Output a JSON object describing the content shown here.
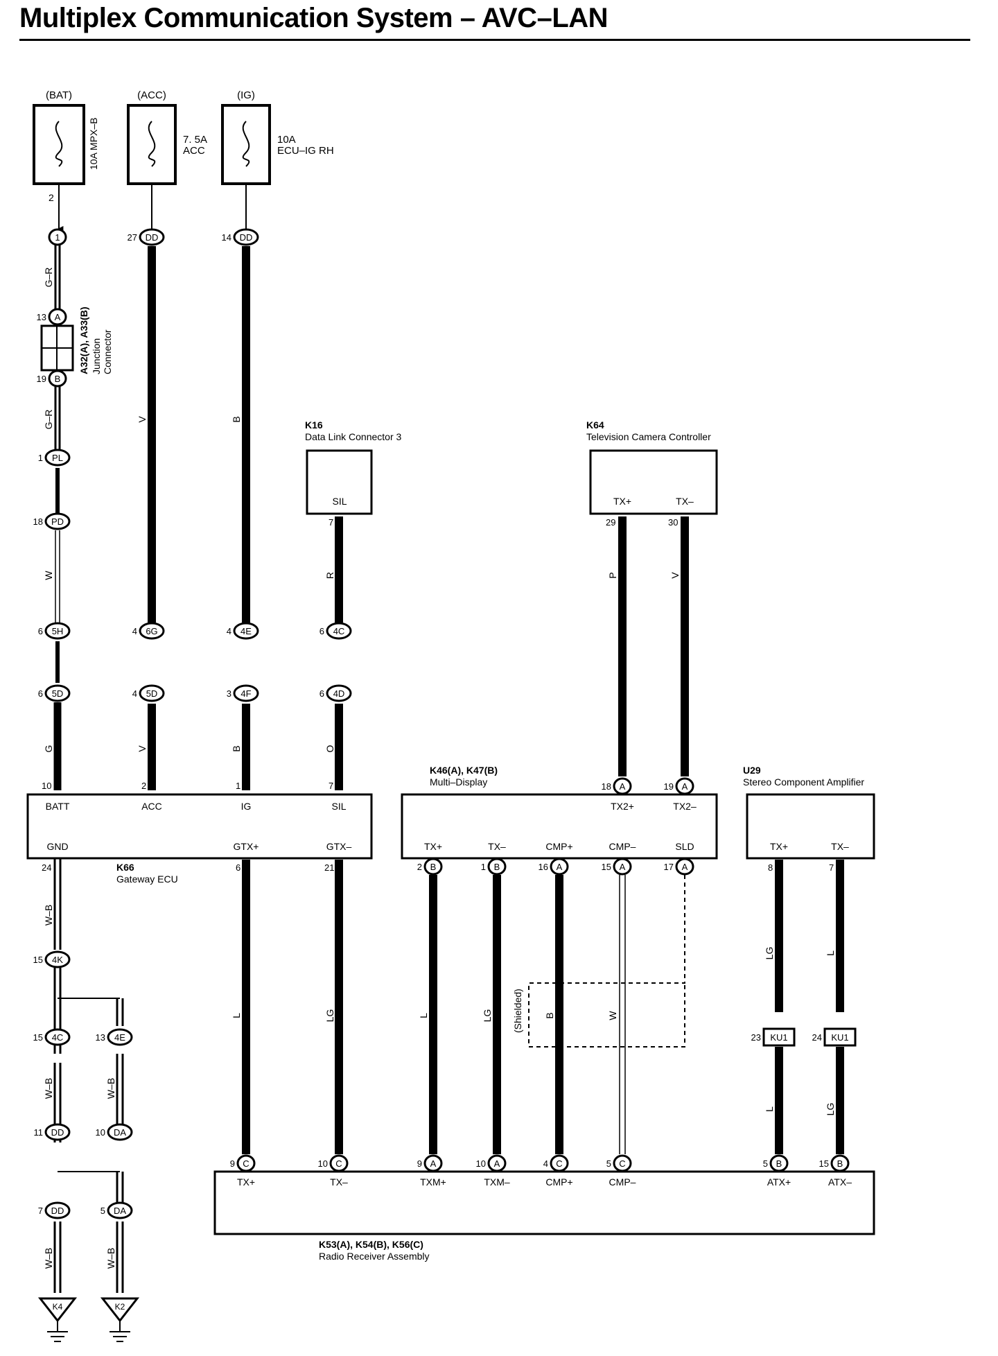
{
  "page": {
    "title": "Multiplex Communication System – AVC–LAN"
  },
  "diagram": {
    "power_sources": [
      {
        "id": "bat",
        "source": "(BAT)",
        "rating": "10A MPX–B",
        "pin": "2"
      },
      {
        "id": "acc",
        "source": "(ACC)",
        "rating": "7. 5A",
        "name": "ACC"
      },
      {
        "id": "ig",
        "source": "(IG)",
        "rating": "10A",
        "name": "ECU–IG RH"
      }
    ],
    "connectors": [
      {
        "id": "c1",
        "code": "1",
        "pin": ""
      },
      {
        "id": "c2",
        "code": "DD",
        "pin": "27"
      },
      {
        "id": "c3",
        "code": "DD",
        "pin": "14"
      },
      {
        "id": "c4",
        "code": "A",
        "pin": "13"
      },
      {
        "id": "c5",
        "code": "B",
        "pin": "19"
      },
      {
        "id": "c6",
        "code": "PL",
        "pin": "1"
      },
      {
        "id": "c7",
        "code": "PD",
        "pin": "18"
      },
      {
        "id": "c8",
        "code": "5H",
        "pin": "6"
      },
      {
        "id": "c9",
        "code": "6G",
        "pin": "4"
      },
      {
        "id": "c10",
        "code": "4E",
        "pin": "4"
      },
      {
        "id": "c11",
        "code": "4C",
        "pin": "6"
      },
      {
        "id": "c12",
        "code": "5D",
        "pin": "6"
      },
      {
        "id": "c13",
        "code": "5D",
        "pin": "4"
      },
      {
        "id": "c14",
        "code": "4F",
        "pin": "3"
      },
      {
        "id": "c15",
        "code": "4D",
        "pin": "6"
      },
      {
        "id": "c16",
        "code": "4K",
        "pin": "15"
      },
      {
        "id": "c17",
        "code": "4C",
        "pin": "15"
      },
      {
        "id": "c18",
        "code": "4E",
        "pin": "13"
      },
      {
        "id": "c19",
        "code": "DD",
        "pin": "11"
      },
      {
        "id": "c20",
        "code": "DA",
        "pin": "10"
      },
      {
        "id": "c21",
        "code": "DD",
        "pin": "7"
      },
      {
        "id": "c22",
        "code": "DA",
        "pin": "5"
      },
      {
        "id": "c23",
        "code": "A",
        "pin": "18"
      },
      {
        "id": "c24",
        "code": "A",
        "pin": "19"
      },
      {
        "id": "c25",
        "code": "B",
        "pin": "2"
      },
      {
        "id": "c26",
        "code": "B",
        "pin": "1"
      },
      {
        "id": "c27",
        "code": "A",
        "pin": "16"
      },
      {
        "id": "c28",
        "code": "A",
        "pin": "15"
      },
      {
        "id": "c29",
        "code": "A",
        "pin": "17"
      },
      {
        "id": "c30",
        "code": "C",
        "pin": "9"
      },
      {
        "id": "c31",
        "code": "C",
        "pin": "10"
      },
      {
        "id": "c32",
        "code": "A",
        "pin": "9"
      },
      {
        "id": "c33",
        "code": "A",
        "pin": "10"
      },
      {
        "id": "c34",
        "code": "C",
        "pin": "4"
      },
      {
        "id": "c35",
        "code": "C",
        "pin": "5"
      },
      {
        "id": "c36",
        "code": "B",
        "pin": "5"
      },
      {
        "id": "c37",
        "code": "B",
        "pin": "15"
      },
      {
        "id": "c38",
        "code": "KU1",
        "pin": "23"
      },
      {
        "id": "c39",
        "code": "KU1",
        "pin": "24"
      }
    ],
    "wire_colors": [
      {
        "id": "w1",
        "text": "G–R"
      },
      {
        "id": "w2",
        "text": "G–R"
      },
      {
        "id": "w3",
        "text": "V"
      },
      {
        "id": "w4",
        "text": "B"
      },
      {
        "id": "w5",
        "text": "W"
      },
      {
        "id": "w6",
        "text": "R"
      },
      {
        "id": "w7",
        "text": "P"
      },
      {
        "id": "w8",
        "text": "V"
      },
      {
        "id": "w9",
        "text": "G"
      },
      {
        "id": "w10",
        "text": "V"
      },
      {
        "id": "w11",
        "text": "B"
      },
      {
        "id": "w12",
        "text": "O"
      },
      {
        "id": "w13",
        "text": "W–B"
      },
      {
        "id": "w14",
        "text": "L"
      },
      {
        "id": "w15",
        "text": "LG"
      },
      {
        "id": "w16",
        "text": "L"
      },
      {
        "id": "w17",
        "text": "LG"
      },
      {
        "id": "w18",
        "text": "B"
      },
      {
        "id": "w19",
        "text": "W"
      },
      {
        "id": "w20",
        "text": "LG"
      },
      {
        "id": "w21",
        "text": "L"
      },
      {
        "id": "w22",
        "text": "W–B"
      },
      {
        "id": "w23",
        "text": "W–B"
      },
      {
        "id": "w24",
        "text": "W–B"
      },
      {
        "id": "w25",
        "text": "W–B"
      },
      {
        "id": "w26",
        "text": "L"
      },
      {
        "id": "w27",
        "text": "LG"
      }
    ],
    "junction": {
      "label1": "A32(A), A33(B)",
      "label2": "Junction",
      "label3": "Connector"
    },
    "shield_label": "(Shielded)",
    "components": [
      {
        "id": "k16",
        "code": "K16",
        "name": "Data Link Connector 3",
        "pins": [
          "SIL"
        ],
        "pin_nums": [
          "7"
        ]
      },
      {
        "id": "k64",
        "code": "K64",
        "name": "Television Camera Controller",
        "pins": [
          "TX+",
          "TX–"
        ],
        "pin_nums": [
          "29",
          "30"
        ]
      },
      {
        "id": "k66",
        "code": "K66",
        "name": "Gateway ECU",
        "pins": [
          "BATT",
          "ACC",
          "IG",
          "SIL",
          "GND",
          "GTX+",
          "GTX–"
        ],
        "pin_nums": [
          "10",
          "2",
          "1",
          "7",
          "24",
          "6",
          "21"
        ]
      },
      {
        "id": "k46",
        "code": "K46(A), K47(B)",
        "name": "Multi–Display",
        "pins": [
          "TX2+",
          "TX2–",
          "TX+",
          "TX–",
          "CMP+",
          "CMP–",
          "SLD"
        ]
      },
      {
        "id": "u29",
        "code": "U29",
        "name": "Stereo Component Amplifier",
        "pins": [
          "TX+",
          "TX–"
        ],
        "pin_nums": [
          "8",
          "7"
        ]
      },
      {
        "id": "k53",
        "code": "K53(A), K54(B), K56(C)",
        "name": "Radio Receiver Assembly",
        "pins": [
          "TX+",
          "TX–",
          "TXM+",
          "TXM–",
          "CMP+",
          "CMP–",
          "ATX+",
          "ATX–"
        ]
      }
    ],
    "grounds": [
      {
        "id": "g1",
        "code": "K4"
      },
      {
        "id": "g2",
        "code": "K2"
      }
    ]
  }
}
